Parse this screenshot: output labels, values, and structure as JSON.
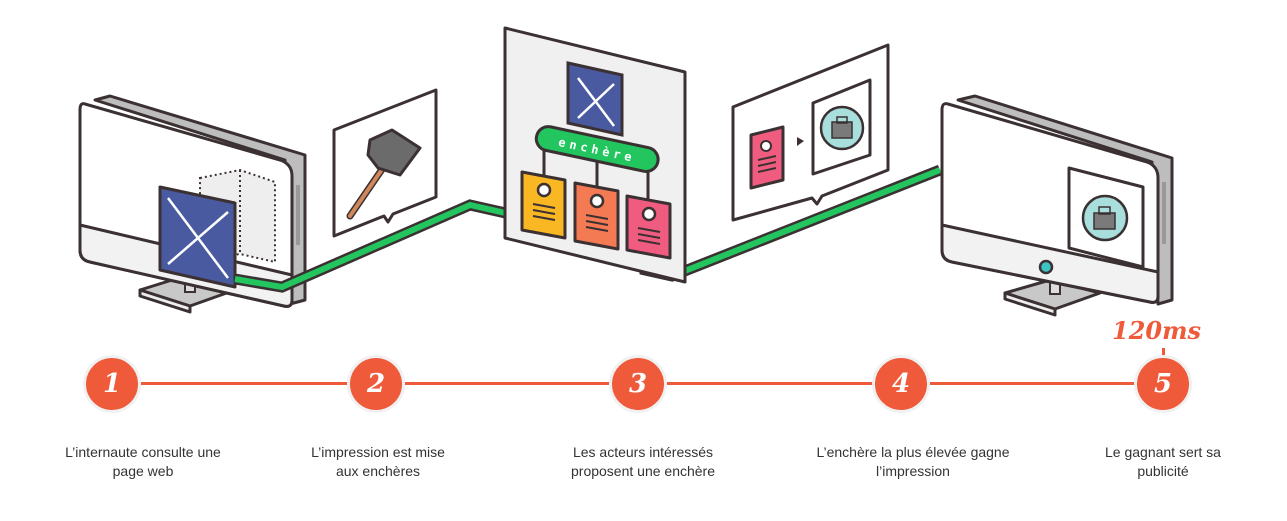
{
  "diagram": {
    "bubble_label": "enchère",
    "timing_label": "120ms",
    "colors": {
      "accent": "#ee5a3a",
      "cable": "#22c55e",
      "outline": "#3b3133",
      "ad_blue": "#4a5aa0",
      "card_yellow": "#f9b823",
      "card_orange": "#f47a53",
      "card_pink": "#ef5c80",
      "teal": "#a8dedc"
    },
    "steps": [
      {
        "number": "1",
        "caption_line1": "L’internaute consulte une",
        "caption_line2": "page web"
      },
      {
        "number": "2",
        "caption_line1": "L’impression est mise",
        "caption_line2": "aux enchères"
      },
      {
        "number": "3",
        "caption_line1": "Les acteurs intéressés",
        "caption_line2": "proposent une enchère"
      },
      {
        "number": "4",
        "caption_line1": "L’enchère la plus élevée gagne",
        "caption_line2": "l’impression"
      },
      {
        "number": "5",
        "caption_line1": "Le gagnant sert sa",
        "caption_line2": "publicité"
      }
    ]
  }
}
